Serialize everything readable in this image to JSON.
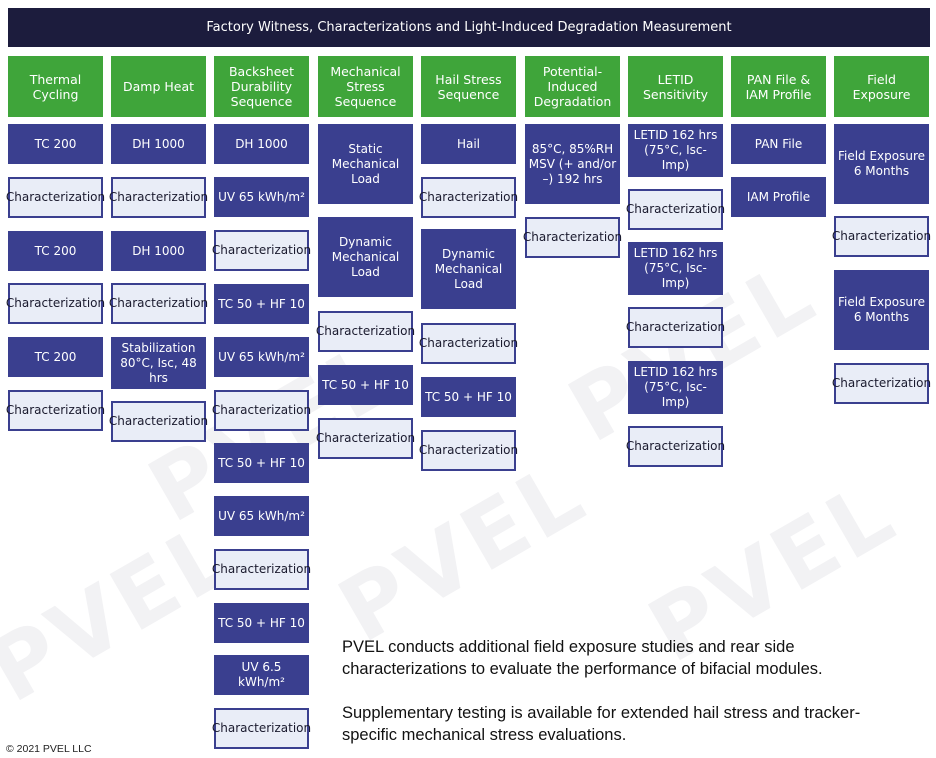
{
  "watermark_text": "PVEL",
  "title": "Factory Witness, Characterizations and Light-Induced Degradation Measurement",
  "columns": [
    {
      "header": "Thermal Cycling",
      "steps": [
        "TC 200",
        "Characterization",
        "TC 200",
        "Characterization",
        "TC 200",
        "Characterization"
      ]
    },
    {
      "header": "Damp Heat",
      "steps": [
        "DH 1000",
        "Characterization",
        "DH 1000",
        "Characterization",
        "Stabilization 80°C, Isc, 48 hrs",
        "Characterization"
      ]
    },
    {
      "header": "Backsheet Durability Sequence",
      "steps": [
        "DH 1000",
        "UV 65 kWh/m²",
        "Characterization",
        "TC 50 + HF 10",
        "UV 65 kWh/m²",
        "Characterization",
        "TC 50 + HF 10",
        "UV 65 kWh/m²",
        "Characterization",
        "TC 50 + HF 10",
        "UV 6.5 kWh/m²",
        "Characterization"
      ]
    },
    {
      "header": "Mechanical Stress Sequence",
      "steps": [
        "Static Mechanical Load",
        "Dynamic Mechanical Load",
        "Characterization",
        "TC 50 + HF 10",
        "Characterization"
      ]
    },
    {
      "header": "Hail Stress Sequence",
      "steps": [
        "Hail",
        "Characterization",
        "Dynamic Mechanical Load",
        "Characterization",
        "TC 50 + HF 10",
        "Characterization"
      ]
    },
    {
      "header": "Potential-Induced Degradation",
      "steps": [
        "85°C, 85%RH MSV (+ and/or –) 192 hrs",
        "Characterization"
      ]
    },
    {
      "header": "LETID Sensitivity",
      "steps": [
        "LETID 162 hrs (75°C, Isc-Imp)",
        "Characterization",
        "LETID 162 hrs (75°C, Isc-Imp)",
        "Characterization",
        "LETID 162 hrs (75°C, Isc-Imp)",
        "Characterization"
      ]
    },
    {
      "header": "PAN File & IAM Profile",
      "steps": [
        "PAN File",
        "IAM Profile"
      ]
    },
    {
      "header": "Field Exposure",
      "steps": [
        "Field Exposure 6 Months",
        "Characterization",
        "Field Exposure 6 Months",
        "Characterization"
      ]
    }
  ],
  "notes": [
    "PVEL conducts additional field exposure studies and rear side characterizations to evaluate the performance of bifacial modules.",
    "Supplementary testing is available for extended hail stress and tracker-specific mechanical stress evaluations."
  ],
  "copyright": "© 2021 PVEL LLC",
  "colors": {
    "banner": "#1c1c3d",
    "header": "#3fa53a",
    "test_box": "#3a3f8f",
    "characterization_fill": "#e9edf7"
  }
}
